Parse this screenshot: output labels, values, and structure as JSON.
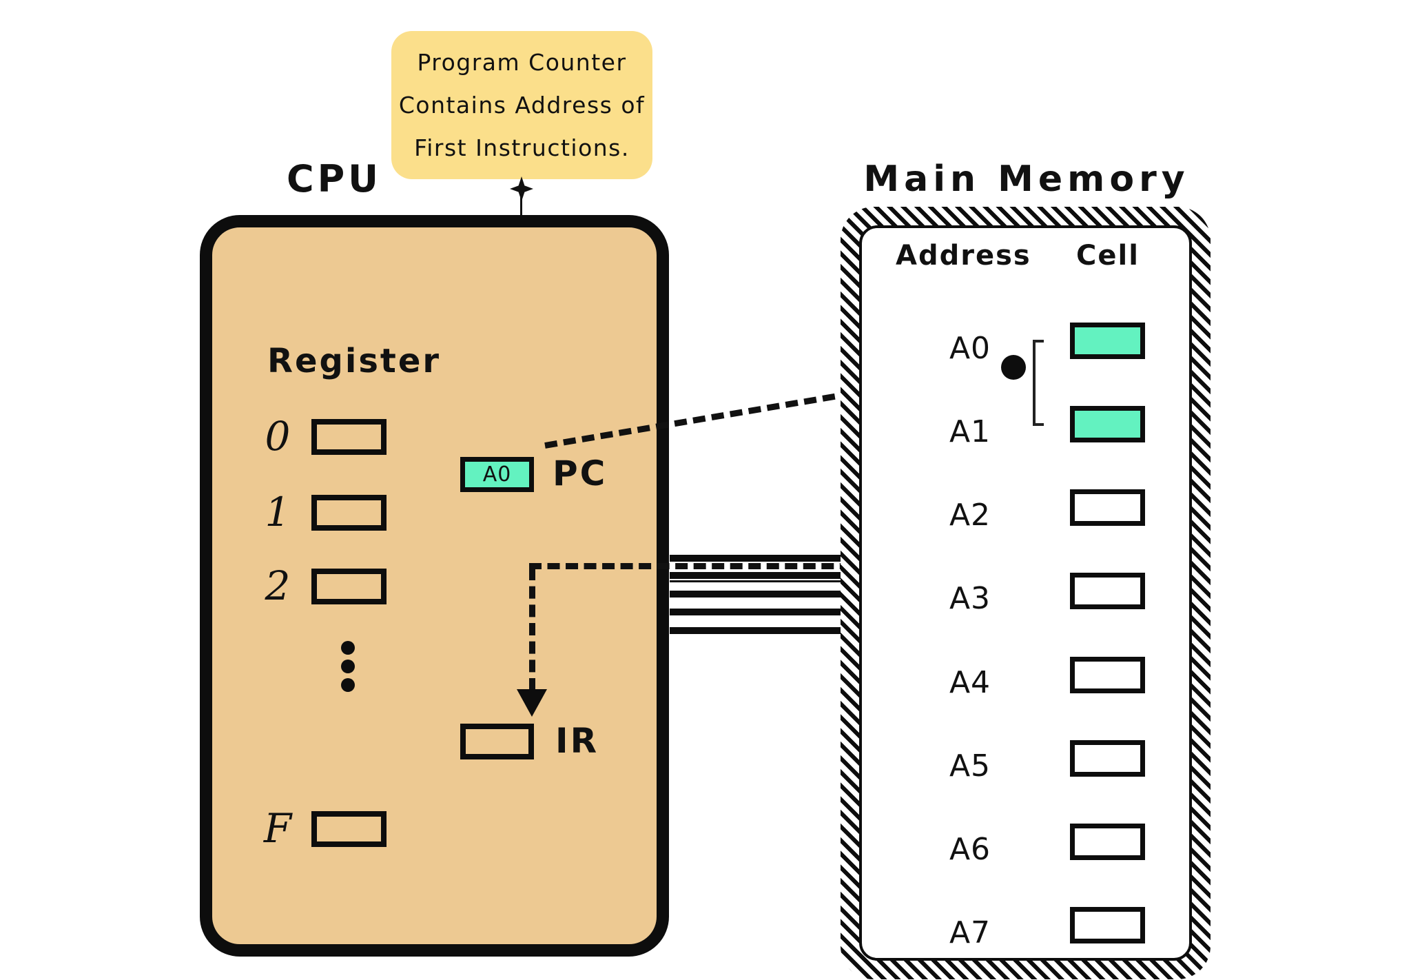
{
  "callout": {
    "text_lines": [
      "Program Counter",
      "Contains Address of",
      "First Instructions."
    ]
  },
  "cpu": {
    "title": "CPU",
    "register_section_title": "Register",
    "register_labels": [
      "0",
      "1",
      "2",
      "F"
    ],
    "register_ellipsis_dots": 3,
    "pc_register": {
      "value": "A0",
      "label": "PC"
    },
    "ir_register": {
      "label": "IR"
    }
  },
  "main_memory": {
    "title": "Main Memory",
    "column_headers": {
      "address": "Address",
      "cell": "Cell"
    },
    "rows": [
      {
        "address": "A0",
        "highlighted": true
      },
      {
        "address": "A1",
        "highlighted": true
      },
      {
        "address": "A2",
        "highlighted": false
      },
      {
        "address": "A3",
        "highlighted": false
      },
      {
        "address": "A4",
        "highlighted": false
      },
      {
        "address": "A5",
        "highlighted": false
      },
      {
        "address": "A6",
        "highlighted": false
      },
      {
        "address": "A7",
        "highlighted": false
      }
    ]
  },
  "colors": {
    "cpu_fill": "#EDC992",
    "callout_fill": "#FBDF8B",
    "highlight_fill": "#63F2C0",
    "ink": "#111111"
  }
}
